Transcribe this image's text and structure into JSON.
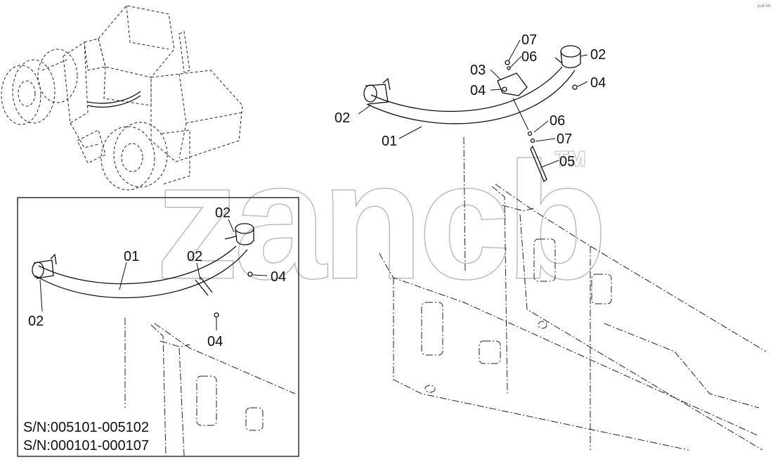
{
  "watermark": {
    "text": "zancb",
    "trademark": "TM"
  },
  "corner_mark": "pub ids",
  "main_view": {
    "callouts": {
      "c07_top": "07",
      "c06_top": "06",
      "c03": "03",
      "c04_left": "04",
      "c02_right": "02",
      "c04_right": "04",
      "c02_left": "02",
      "c01": "01",
      "c06_lower": "06",
      "c07_lower": "07",
      "c05": "05"
    }
  },
  "inset_view": {
    "callouts": {
      "c02_top": "02",
      "c01": "01",
      "c02_mid": "02",
      "c04_right": "04",
      "c02_left": "02",
      "c04_bottom": "04"
    },
    "serial_numbers": [
      "S/N:005101-005102",
      "S/N:000101-000107"
    ]
  }
}
